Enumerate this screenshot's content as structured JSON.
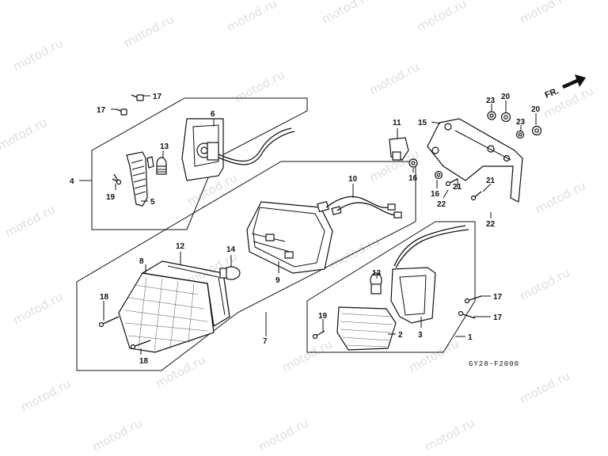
{
  "watermark_text": "motod.ru",
  "diagram_code": "GY28-F2000",
  "direction_label": "FR.",
  "labels": {
    "p1": "1",
    "p2": "2",
    "p3": "3",
    "p4": "4",
    "p5": "5",
    "p6": "6",
    "p7": "7",
    "p8": "8",
    "p9": "9",
    "p10": "10",
    "p11": "11",
    "p12": "12",
    "p13": "13",
    "p14": "14",
    "p15": "15",
    "p16a": "16",
    "p16b": "16",
    "p17a": "17",
    "p17b": "17",
    "p17c": "17",
    "p17d": "17",
    "p18a": "18",
    "p18b": "18",
    "p19a": "19",
    "p19b": "19",
    "p20a": "20",
    "p20b": "20",
    "p21a": "21",
    "p21b": "21",
    "p22a": "22",
    "p22b": "22",
    "p23a": "23",
    "p23b": "23"
  },
  "colors": {
    "line": "#111111",
    "watermark": "#c4c4c4",
    "background": "#ffffff"
  }
}
